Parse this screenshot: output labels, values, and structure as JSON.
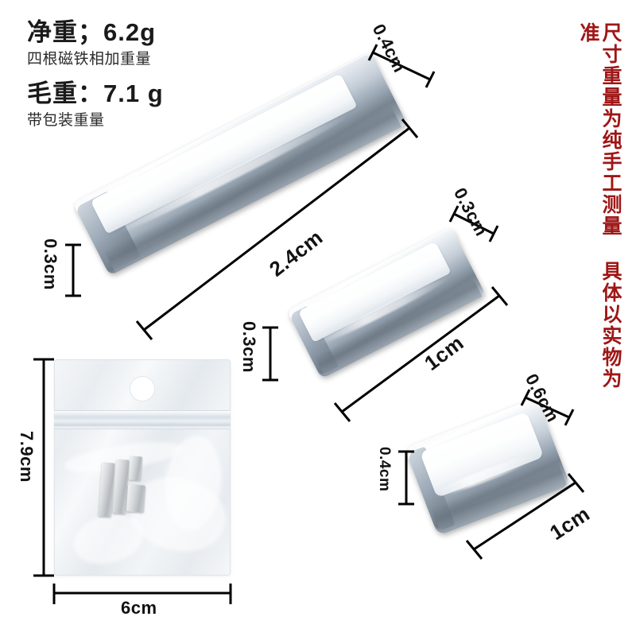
{
  "specs": {
    "net_weight_label": "净重；6.2g",
    "net_weight_note": "四根磁铁相加重量",
    "gross_weight_label": "毛重：7.1 g",
    "gross_weight_note": "带包装重量"
  },
  "disclaimer": {
    "text": "尺寸重量为纯手工测量 具体以实物为准",
    "color": "#9e1616"
  },
  "products": [
    {
      "name": "large-magnet",
      "thickness": "0.4cm",
      "width": "0.3cm",
      "length": "2.4cm"
    },
    {
      "name": "medium-magnet",
      "thickness": "0.3cm",
      "width": "0.3cm",
      "length": "1cm"
    },
    {
      "name": "small-magnet",
      "thickness": "0.6cm",
      "width": "0.4cm",
      "length": "1cm"
    }
  ],
  "packaging": {
    "height": "7.9cm",
    "width": "6cm",
    "magnet_count": 4
  },
  "dimension_labels": {
    "large_thickness": "0.4cm",
    "large_width": "0.3cm",
    "large_length": "2.4cm",
    "medium_thickness": "0.3cm",
    "medium_width": "0.3cm",
    "medium_length": "1cm",
    "small_thickness": "0.6cm",
    "small_width": "0.4cm",
    "small_length": "1cm",
    "bag_height": "7.9cm",
    "bag_width": "6cm"
  }
}
